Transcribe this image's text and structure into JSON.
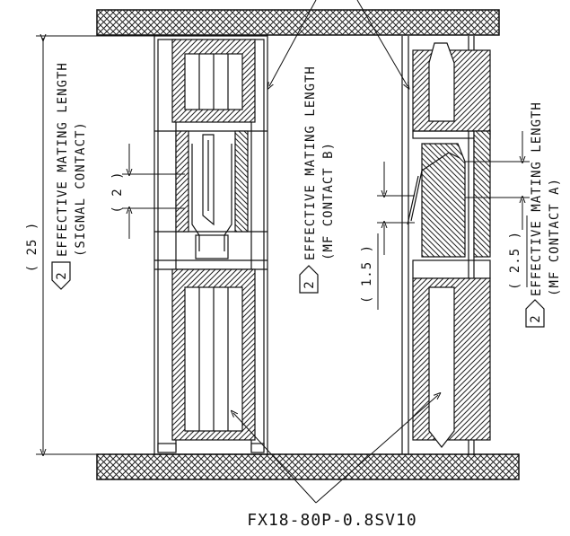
{
  "labels": {
    "effective_mating_length_signal_line1": "EFFECTIVE MATING LENGTH",
    "effective_mating_length_signal_line2": "(SIGNAL CONTACT)",
    "effective_mating_length_b_line1": "EFFECTIVE MATING LENGTH",
    "effective_mating_length_b_line2": "(MF CONTACT B)",
    "effective_mating_length_a_line1": "EFFECTIVE MATING LENGTH",
    "effective_mating_length_a_line2": "(MF CONTACT A)",
    "part_number": "FX18-80P-0.8SV10"
  },
  "dimensions": {
    "overall": "( 25 )",
    "signal_contact": "( 2 )",
    "mf_contact_b": "( 1.5 )",
    "mf_contact_a": "( 2.5 )"
  },
  "note_markers": {
    "signal": "2",
    "mf_b": "2",
    "mf_a": "2"
  }
}
